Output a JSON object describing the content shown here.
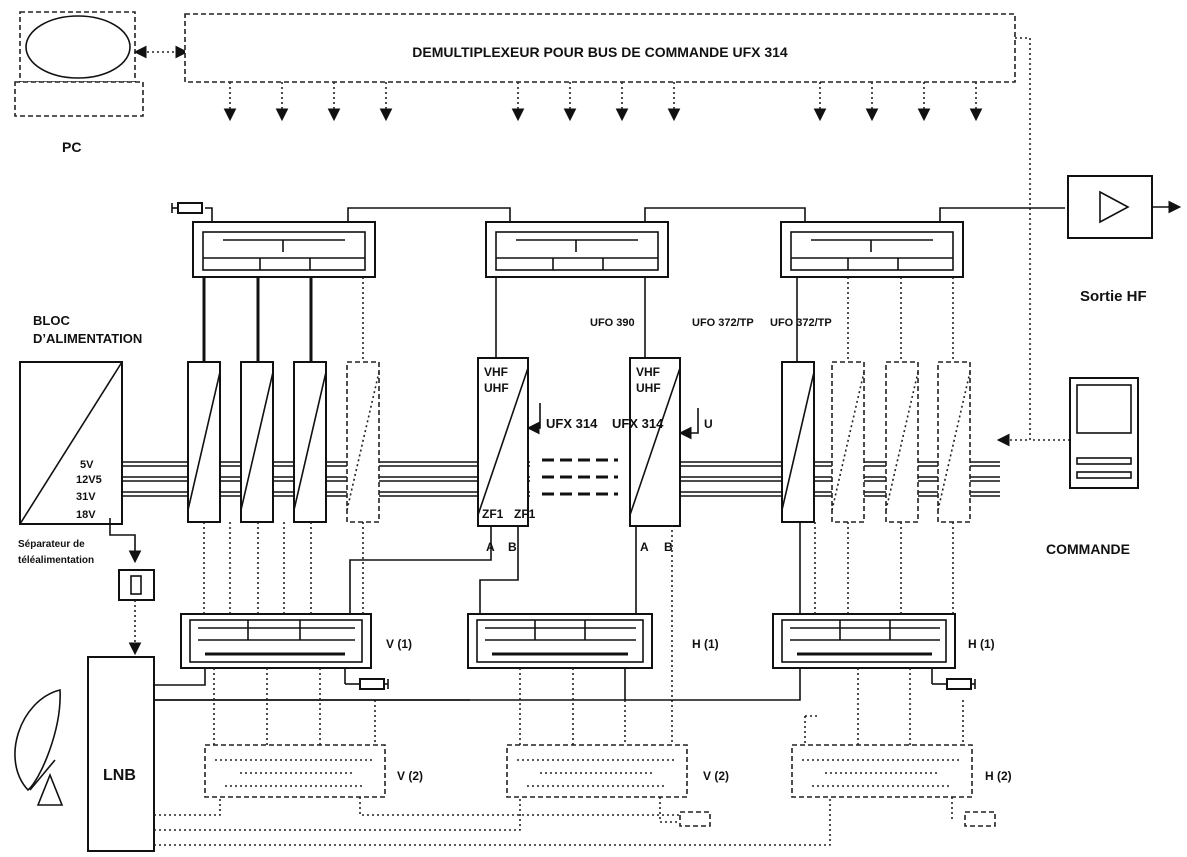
{
  "pc": {
    "label": "PC"
  },
  "demux": {
    "label": "DEMULTIPLEXEUR POUR BUS DE COMMANDE UFX 314"
  },
  "power": {
    "title_line1": "BLOC",
    "title_line2": "D’ALIMENTATION",
    "v5": "5V",
    "v12": "12V5",
    "v31": "31V",
    "v18": "18V"
  },
  "separator": {
    "line1": "Séparateur de",
    "line2": "téléalimentation"
  },
  "lnb": {
    "label": "LNB"
  },
  "output": {
    "label": "Sortie HF"
  },
  "commande": {
    "label": "COMMANDE"
  },
  "module_labels": {
    "vhf": "VHF",
    "uhf": "UHF",
    "zf1": "ZF1",
    "a": "A",
    "b": "B",
    "ufx314": "UFX 314",
    "u": "U",
    "ufo390": "UFO 390",
    "ufo372": "UFO 372/TP"
  },
  "splitters": {
    "v1": "V (1)",
    "h1a": "H (1)",
    "h1b": "H (1)",
    "v2a": "V (2)",
    "v2b": "V (2)",
    "h2": "H (2)"
  }
}
